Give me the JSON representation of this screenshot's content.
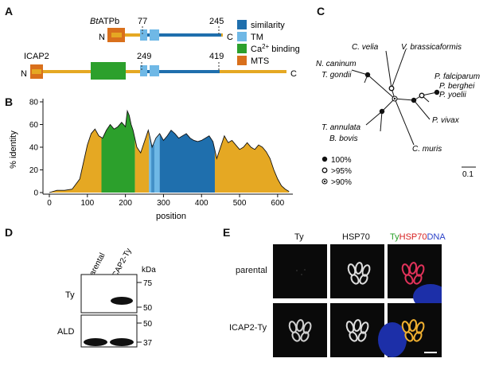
{
  "panels": {
    "A": "A",
    "B": "B",
    "C": "C",
    "D": "D",
    "E": "E"
  },
  "panelA": {
    "protein1": {
      "name_prefix": "Bt",
      "name_rest": "ATPb",
      "n_label": "N",
      "c_label": "C",
      "pos_start": "77",
      "pos_end": "245"
    },
    "protein2": {
      "name": "ICAP2",
      "n_label": "N",
      "c_label": "C",
      "pos_start": "249",
      "pos_end": "419"
    },
    "legend": [
      {
        "label": "similarity",
        "color": "#1f6fad"
      },
      {
        "label": "TM",
        "color": "#6fb8e6"
      },
      {
        "label_pre": "Ca",
        "label_sup": "2+",
        "label_post": " binding",
        "color": "#2ca02c"
      },
      {
        "label": "MTS",
        "color": "#d9701c"
      }
    ],
    "colors": {
      "backbone": "#e5a823",
      "similarity": "#1f6fad",
      "tm": "#6fb8e6",
      "ca": "#2ca02c",
      "mts": "#d9701c"
    }
  },
  "chart_data": {
    "type": "area",
    "title": "",
    "xlabel": "position",
    "ylabel": "% identity",
    "xlim": [
      0,
      640
    ],
    "ylim": [
      0,
      80
    ],
    "xticks": [
      0,
      100,
      200,
      300,
      400,
      500,
      600
    ],
    "yticks": [
      0,
      20,
      40,
      60,
      80
    ],
    "x": [
      0,
      20,
      40,
      60,
      80,
      100,
      110,
      120,
      130,
      140,
      150,
      160,
      170,
      180,
      190,
      200,
      205,
      210,
      215,
      220,
      230,
      240,
      250,
      255,
      260,
      265,
      270,
      280,
      290,
      300,
      310,
      320,
      330,
      340,
      350,
      360,
      370,
      380,
      390,
      400,
      410,
      420,
      430,
      440,
      450,
      460,
      470,
      480,
      490,
      500,
      510,
      520,
      530,
      540,
      550,
      560,
      570,
      580,
      590,
      600,
      610,
      620,
      630
    ],
    "y": [
      0,
      2,
      2,
      3,
      12,
      42,
      52,
      56,
      50,
      48,
      55,
      60,
      56,
      58,
      62,
      58,
      72,
      68,
      60,
      55,
      40,
      35,
      45,
      50,
      55,
      48,
      40,
      48,
      52,
      46,
      50,
      55,
      52,
      48,
      50,
      52,
      48,
      46,
      45,
      46,
      48,
      50,
      45,
      30,
      40,
      50,
      44,
      46,
      42,
      38,
      40,
      44,
      40,
      38,
      42,
      40,
      36,
      30,
      20,
      12,
      6,
      3,
      1
    ],
    "regions": [
      {
        "name": "backbone",
        "from": 0,
        "to": 137,
        "color": "#e5a823"
      },
      {
        "name": "Ca2+ binding",
        "from": 137,
        "to": 225,
        "color": "#2ca02c"
      },
      {
        "name": "backbone",
        "from": 225,
        "to": 262,
        "color": "#e5a823"
      },
      {
        "name": "TM",
        "from": 262,
        "to": 290,
        "color": "#6fb8e6"
      },
      {
        "name": "similarity",
        "from": 290,
        "to": 435,
        "color": "#1f6fad"
      },
      {
        "name": "backbone",
        "from": 435,
        "to": 630,
        "color": "#e5a823"
      }
    ]
  },
  "panelC": {
    "taxa": [
      "C. velia",
      "V. brassicaformis",
      "N. caninum",
      "T. gondii",
      "P. falciparum",
      "P. berghei",
      "P. yoelii",
      "P. vivax",
      "T. annulata",
      "B. bovis",
      "C. muris"
    ],
    "support_legend": [
      "100%",
      ">95%",
      ">90%"
    ],
    "scale": "0.1"
  },
  "panelD": {
    "lanes": [
      "parental",
      "ICAP2-Ty"
    ],
    "unit": "kDa",
    "rows": [
      {
        "label": "Ty",
        "markers": [
          "75",
          "50"
        ]
      },
      {
        "label": "ALD",
        "markers": [
          "50",
          "37"
        ]
      }
    ]
  },
  "panelE": {
    "columns": [
      "Ty",
      "HSP70"
    ],
    "merge": {
      "ty": "Ty",
      "hsp": "HSP70",
      "dna": "DNA"
    },
    "rows": [
      "parental",
      "ICAP2-Ty"
    ]
  }
}
